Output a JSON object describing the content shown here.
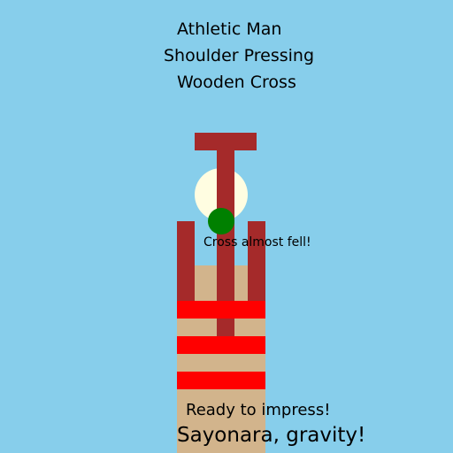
{
  "title_lines": [
    "Athletic Man",
    "Shoulder Pressing",
    "Wooden Cross"
  ],
  "messages": {
    "cross_warning": "Cross almost fell!",
    "ready": "Ready to impress!",
    "sayonara": "Sayonara, gravity!"
  },
  "colors": {
    "sky": "#87CEEB",
    "skin": "#D2B48C",
    "wood": "#A52A2A",
    "head": "#FFFDE1",
    "stripe": "#FF0000",
    "ball": "#008000"
  }
}
